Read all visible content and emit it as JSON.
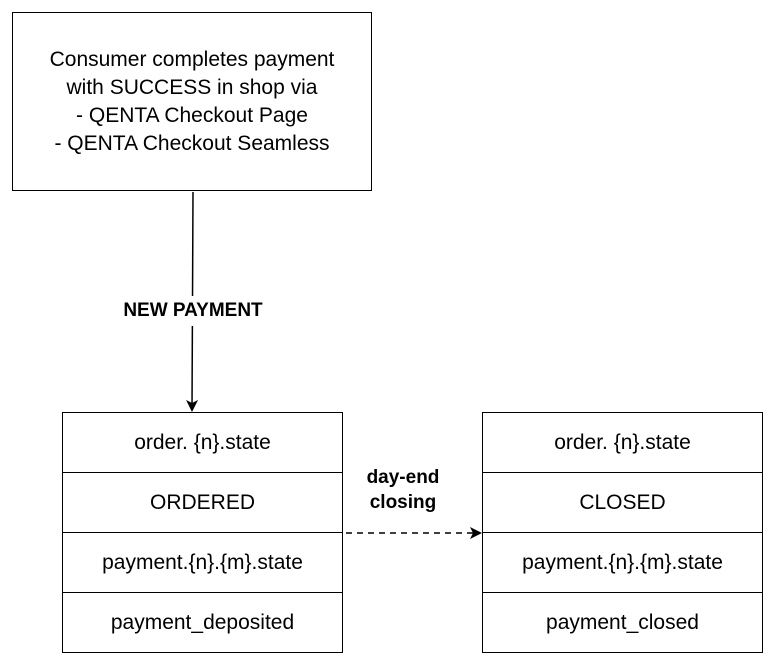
{
  "start_node": {
    "lines": [
      "Consumer completes payment",
      "with SUCCESS in shop via",
      "- QENTA Checkout Page",
      "- QENTA Checkout Seamless"
    ]
  },
  "edges": {
    "new_payment": "NEW PAYMENT",
    "day_end_closing_line1": "day-end",
    "day_end_closing_line2": "closing"
  },
  "left_table": {
    "rows": [
      "order. {n}.state",
      "ORDERED",
      "payment.{n}.{m}.state",
      "payment_deposited"
    ]
  },
  "right_table": {
    "rows": [
      "order. {n}.state",
      "CLOSED",
      "payment.{n}.{m}.state",
      "payment_closed"
    ]
  }
}
